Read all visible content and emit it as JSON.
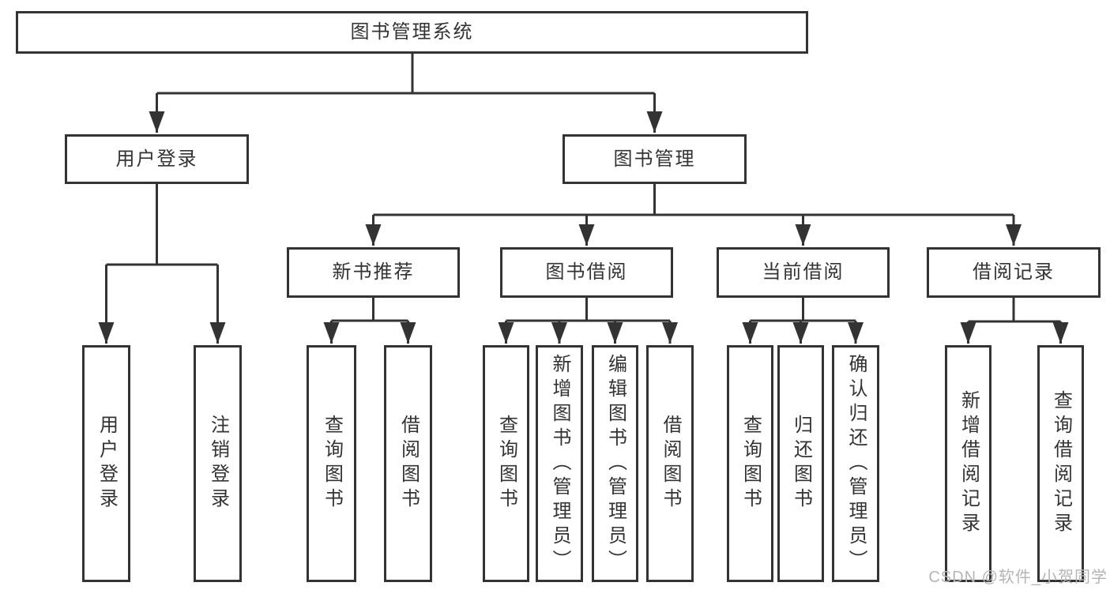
{
  "diagram": {
    "root": "图书管理系统",
    "level2": {
      "user_login": "用户登录",
      "book_mgmt": "图书管理"
    },
    "level3": {
      "new_book_rec": "新书推荐",
      "book_borrow": "图书借阅",
      "current_borrow": "当前借阅",
      "borrow_record": "借阅记录"
    },
    "leaves": {
      "user_login": "用户登录",
      "logout": "注销登录",
      "rec_query_book": "查询图书",
      "rec_borrow_book": "借阅图书",
      "bb_query_book": "查询图书",
      "bb_add_book": "新增图书（管理员）",
      "bb_edit_book": "编辑图书（管理员）",
      "bb_borrow_book": "借阅图书",
      "cb_query_book": "查询图书",
      "cb_return_book": "归还图书",
      "cb_confirm_return": "确认归还（管理员）",
      "br_add_record": "新增借阅记录",
      "br_query_record": "查询借阅记录"
    }
  },
  "watermark": "CSDN @软件_小贺同学",
  "colors": {
    "line": "#333333",
    "text": "#333333",
    "watermark": "#b5b5b5",
    "background": "#ffffff"
  }
}
